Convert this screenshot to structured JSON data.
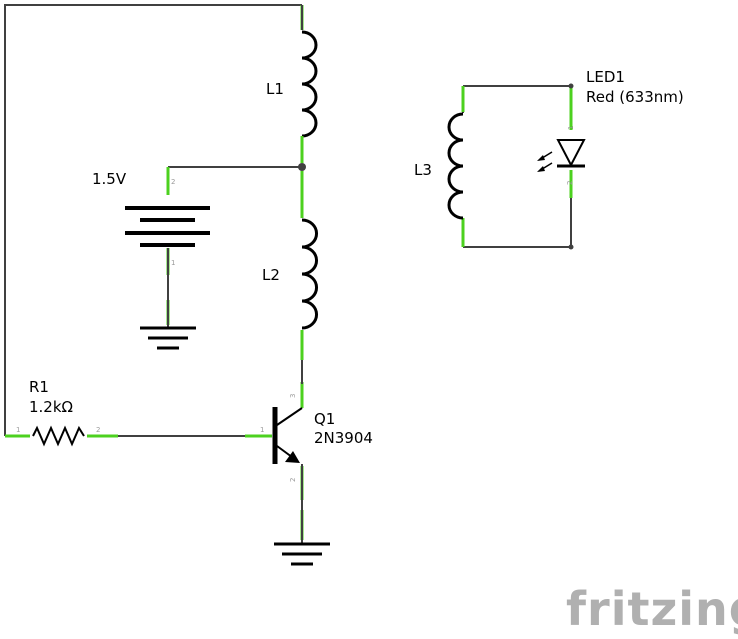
{
  "components": {
    "l1": {
      "name": "L1"
    },
    "l2": {
      "name": "L2"
    },
    "l3": {
      "name": "L3"
    },
    "battery": {
      "value": "1.5V",
      "pins": [
        "2",
        "1"
      ]
    },
    "r1": {
      "name": "R1",
      "value": "1.2kΩ",
      "pins": [
        "1",
        "2"
      ]
    },
    "q1": {
      "name": "Q1",
      "value": "2N3904",
      "pins": {
        "base": "1",
        "collector": "3",
        "emitter": "2"
      }
    },
    "led1": {
      "name": "LED1",
      "value": "Red (633nm)",
      "pins": [
        "1",
        "2"
      ]
    }
  },
  "brand": "fritzing",
  "colors": {
    "wire": "#404040",
    "pin": "#4cd11f",
    "brand": "#b0b0b0"
  }
}
